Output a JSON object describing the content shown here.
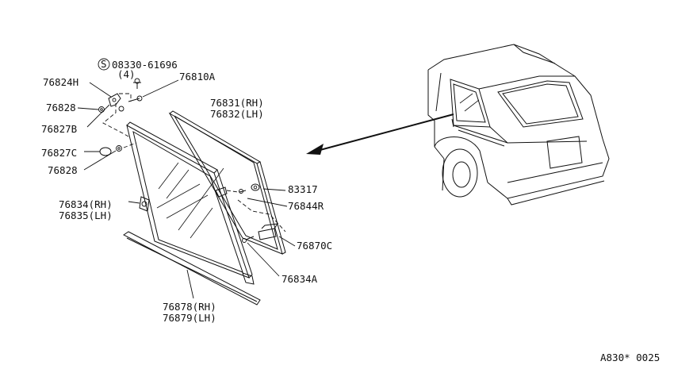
{
  "diagram": {
    "part_labels": {
      "p08330": "08330-61696",
      "p08330_qty": "(4)",
      "p76810A": "76810A",
      "p76824H": "76824H",
      "p76828_top": "76828",
      "p76827B": "76827B",
      "p76827C": "76827C",
      "p76828_bot": "76828",
      "p76831": "76831(RH)",
      "p76832": "76832(LH)",
      "p83317": "83317",
      "p76844R": "76844R",
      "p76834": "76834(RH)",
      "p76835": "76835(LH)",
      "p76870C": "76870C",
      "p76834A": "76834A",
      "p76878": "76878(RH)",
      "p76879": "76879(LH)"
    },
    "screw_symbol": "S",
    "reference_code": "A830* 0025"
  }
}
